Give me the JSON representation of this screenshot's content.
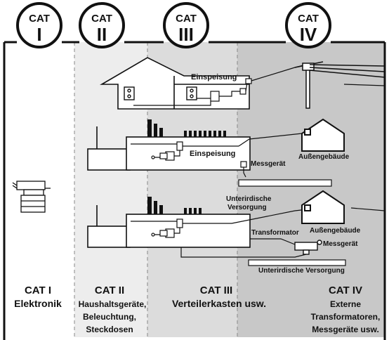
{
  "badges": [
    {
      "top": "CAT",
      "numeral": "I"
    },
    {
      "top": "CAT",
      "numeral": "II"
    },
    {
      "top": "CAT",
      "numeral": "III"
    },
    {
      "top": "CAT",
      "numeral": "IV"
    }
  ],
  "zones": [
    {
      "title": "CAT I",
      "desc": [
        "Elektronik"
      ]
    },
    {
      "title": "CAT II",
      "desc": [
        "Haushaltsgeräte,",
        "Beleuchtung,",
        "Steckdosen"
      ]
    },
    {
      "title": "CAT III",
      "desc": [
        "Verteilerkasten usw."
      ]
    },
    {
      "title": "CAT IV",
      "desc": [
        "Externe",
        "Transformatoren,",
        "Messgeräte usw."
      ]
    }
  ],
  "labels": {
    "einspeisung_top": "Einspeisung",
    "einspeisung_mid": "Einspeisung",
    "messgeraet_mid": "Messgerät",
    "aussengebaeude_mid": "Außengebäude",
    "unterirdische_1": "Unterirdische",
    "versorgung_1": "Versorgung",
    "aussengebaeude_low": "Außengebäude",
    "transformator": "Transformator",
    "messgeraet_low": "Messgerät",
    "unterirdische_versorgung": "Unterirdische Versorgung"
  },
  "colors": {
    "zone1": "#ffffff",
    "zone2": "#ededed",
    "zone3": "#dcdcdc",
    "zone4": "#c8c8c8",
    "ink": "#111111"
  }
}
